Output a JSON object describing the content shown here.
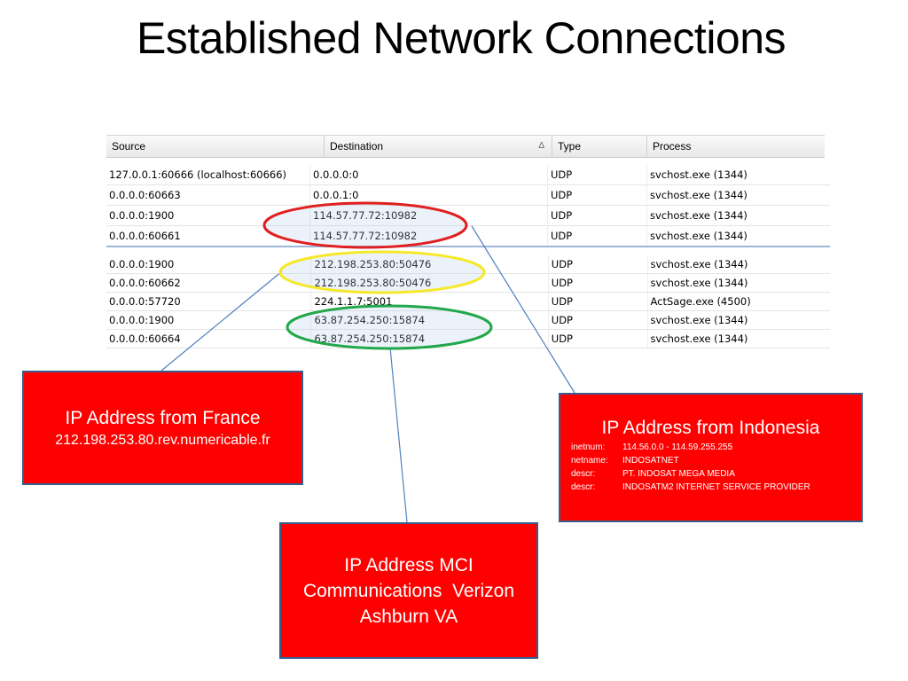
{
  "title": "Established Network Connections",
  "table_header": {
    "columns": [
      "Source",
      "Destination",
      "Type",
      "Process"
    ],
    "sort_indicator": "Δ"
  },
  "table1": [
    {
      "source": "127.0.0.1:60666 (localhost:60666)",
      "destination": "0.0.0.0:0",
      "type": "UDP",
      "process": "svchost.exe (1344)"
    },
    {
      "source": "0.0.0.0:60663",
      "destination": "0.0.0.1:0",
      "type": "UDP",
      "process": "svchost.exe (1344)"
    },
    {
      "source": "0.0.0.0:1900",
      "destination": "114.57.77.72:10982",
      "type": "UDP",
      "process": "svchost.exe (1344)"
    },
    {
      "source": "0.0.0.0:60661",
      "destination": "114.57.77.72:10982",
      "type": "UDP",
      "process": "svchost.exe (1344)"
    }
  ],
  "table2": [
    {
      "source": "0.0.0.0:1900",
      "destination": "212.198.253.80:50476",
      "type": "UDP",
      "process": "svchost.exe (1344)"
    },
    {
      "source": "0.0.0.0:60662",
      "destination": "212.198.253.80:50476",
      "type": "UDP",
      "process": "svchost.exe (1344)"
    },
    {
      "source": "0.0.0.0:57720",
      "destination": "224.1.1.7:5001",
      "type": "UDP",
      "process": "ActSage.exe (4500)"
    },
    {
      "source": "0.0.0.0:1900",
      "destination": "63.87.254.250:15874",
      "type": "UDP",
      "process": "svchost.exe (1344)"
    },
    {
      "source": "0.0.0.0:60664",
      "destination": "63.87.254.250:15874",
      "type": "UDP",
      "process": "svchost.exe (1344)"
    }
  ],
  "callouts": {
    "france": {
      "heading": "IP Address from France",
      "detail": "212.198.253.80.rev.numericable.fr"
    },
    "mci": {
      "line1": "IP Address MCI",
      "line2": "Communications  Verizon",
      "line3": "Ashburn VA"
    },
    "indonesia": {
      "heading": "IP Address from Indonesia",
      "whois": [
        {
          "key": "inetnum:",
          "value": "114.56.0.0 - 114.59.255.255"
        },
        {
          "key": "netname:",
          "value": "INDOSATNET"
        },
        {
          "key": "descr:",
          "value": "PT. INDOSAT MEGA MEDIA"
        },
        {
          "key": "descr:",
          "value": "INDOSATM2 INTERNET SERVICE PROVIDER"
        }
      ]
    }
  },
  "colors": {
    "callout_fill": "#ff0000",
    "callout_border": "#385d8a",
    "ellipse_red": "#e02020",
    "ellipse_yellow": "#f5e92a",
    "ellipse_green": "#22a84a",
    "connector": "#4f81bd"
  }
}
